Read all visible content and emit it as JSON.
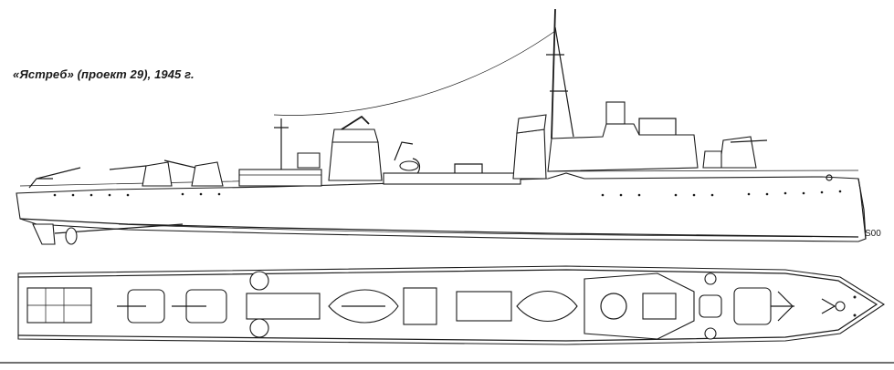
{
  "caption": "«Ястреб» (проект 29), 1945 г.",
  "scale_mark": "S00",
  "views": {
    "side": "side-profile",
    "top": "plan-view"
  },
  "colors": {
    "ink": "#1a1a1a",
    "paper": "#ffffff"
  }
}
